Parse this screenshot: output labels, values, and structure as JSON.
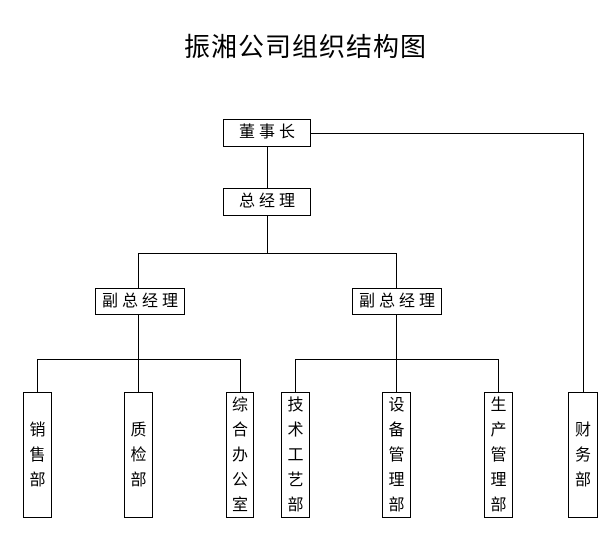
{
  "title": "振湘公司组织结构图",
  "nodes": {
    "chairman": {
      "label": "董事长"
    },
    "general_manager": {
      "label": "总经理"
    },
    "deputy_gm_left": {
      "label": "副总经理"
    },
    "deputy_gm_right": {
      "label": "副总经理"
    },
    "sales_dept": {
      "label": "销售部"
    },
    "quality_dept": {
      "label": "质检部"
    },
    "general_office": {
      "label": "综合办公室"
    },
    "tech_process_dept": {
      "label": "技术工艺部"
    },
    "equipment_mgmt_dept": {
      "label": "设备管理部"
    },
    "production_mgmt_dept": {
      "label": "生产管理部"
    },
    "finance_dept": {
      "label": "财务部"
    }
  },
  "colors": {
    "line": "#000000",
    "text": "#000000",
    "background": "#ffffff"
  }
}
